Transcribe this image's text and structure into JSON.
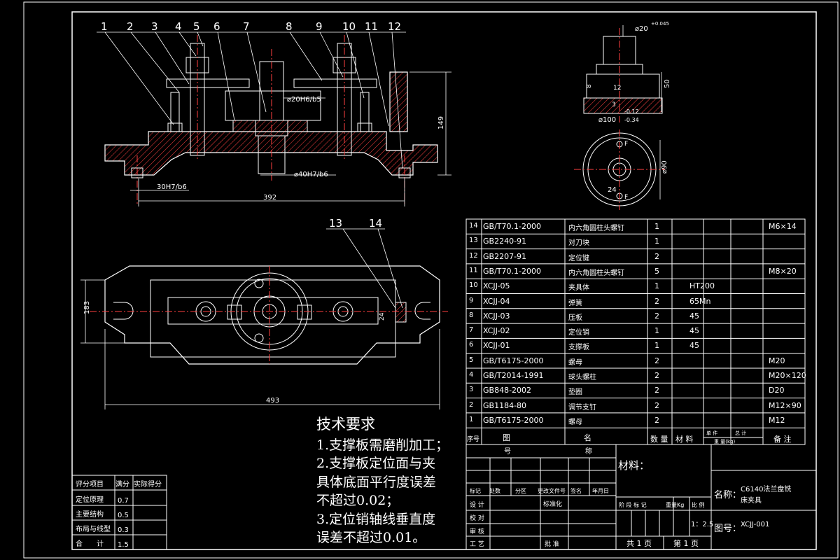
{
  "callouts": [
    "1",
    "2",
    "3",
    "4",
    "5",
    "6",
    "7",
    "8",
    "9",
    "10",
    "11",
    "12",
    "13",
    "14"
  ],
  "front_dims": {
    "bore_fit": "⌀20H6/b5",
    "base_fit": "⌀40H7/b6",
    "left_fit": "30H7/b6",
    "length": "392",
    "height": "149"
  },
  "part_dims": {
    "top_dia": "⌀20",
    "tol": "+0.045",
    "h1": "8",
    "h2": "50",
    "n12": "12",
    "n3": "3",
    "d100": "⌀100",
    "d100_tol_up": "-0.12",
    "d100_tol_low": "-0.34",
    "d90": "⌀90",
    "w24": "24",
    "f": "F"
  },
  "plan_dims": {
    "width": "493",
    "height": "183",
    "small": "24"
  },
  "bom": {
    "rows": [
      {
        "no": "14",
        "code": "GB/T70.1-2000",
        "name": "内六角圆柱头螺钉",
        "qty": "1",
        "mat": "",
        "note": "M6×14"
      },
      {
        "no": "13",
        "code": "GB2240-91",
        "name": "对刀块",
        "qty": "1",
        "mat": "",
        "note": ""
      },
      {
        "no": "12",
        "code": "GB2207-91",
        "name": "定位键",
        "qty": "2",
        "mat": "",
        "note": ""
      },
      {
        "no": "11",
        "code": "GB/T70.1-2000",
        "name": "内六角圆柱头螺钉",
        "qty": "5",
        "mat": "",
        "note": "M8×20"
      },
      {
        "no": "10",
        "code": "XCJJ-05",
        "name": "夹具体",
        "qty": "1",
        "mat": "HT200",
        "note": ""
      },
      {
        "no": "9",
        "code": "XCJJ-04",
        "name": "弹簧",
        "qty": "2",
        "mat": "65Mn",
        "note": ""
      },
      {
        "no": "8",
        "code": "XCJJ-03",
        "name": "压板",
        "qty": "2",
        "mat": "45",
        "note": ""
      },
      {
        "no": "7",
        "code": "XCJJ-02",
        "name": "定位销",
        "qty": "1",
        "mat": "45",
        "note": ""
      },
      {
        "no": "6",
        "code": "XCJJ-01",
        "name": "支撑板",
        "qty": "1",
        "mat": "45",
        "note": ""
      },
      {
        "no": "5",
        "code": "GB/T6175-2000",
        "name": "螺母",
        "qty": "2",
        "mat": "",
        "note": "M20"
      },
      {
        "no": "4",
        "code": "GB/T2014-1991",
        "name": "球头螺柱",
        "qty": "2",
        "mat": "",
        "note": "M20×120"
      },
      {
        "no": "3",
        "code": "GB848-2002",
        "name": "垫圈",
        "qty": "2",
        "mat": "",
        "note": "D20"
      },
      {
        "no": "2",
        "code": "GB1184-80",
        "name": "调节支钉",
        "qty": "2",
        "mat": "",
        "note": "M12×90"
      },
      {
        "no": "1",
        "code": "GB/T6175-2000",
        "name": "螺母",
        "qty": "2",
        "mat": "",
        "note": "M12"
      }
    ],
    "header": {
      "no": "序号",
      "code": "图",
      "code2": "号",
      "name": "名",
      "name2": "称",
      "qty": "数 量",
      "mat": "材 料",
      "unit_w": "单 件",
      "total_w": "总 计",
      "weight": "重 量(kg)",
      "note": "备 注"
    }
  },
  "title_block": {
    "material_label": "材料：",
    "rev_headers": [
      "标记",
      "处数",
      "分区",
      "更改文件号",
      "签名",
      "年月日"
    ],
    "design": "设 计",
    "std": "标准化",
    "check": "校 对",
    "review": "审 核",
    "process": "工 艺",
    "approve": "批 准",
    "stage_headers": [
      "阶 段 标 记",
      "重量Kg",
      "比 例"
    ],
    "scale": "1：2.5",
    "total_sheets": "共 1 页",
    "sheet_no": "第 1 页",
    "name_label": "名称：",
    "name_value1": "C6140法兰盘铣",
    "name_value2": "床夹具",
    "drawing_label": "图号：",
    "drawing_value": "XCJJ-001"
  },
  "tech_req": {
    "title": "技术要求",
    "lines": [
      "1.支撑板需磨削加工；",
      "2.支撑板定位面与夹",
      "具体底面平行度误差",
      "不超过0.02；",
      "3.定位销轴线垂直度",
      "误差不超过0.01。"
    ]
  },
  "score": {
    "headers": [
      "评分项目",
      "满分",
      "实际得分"
    ],
    "rows": [
      {
        "item": "定位原理",
        "full": "0.7",
        "got": ""
      },
      {
        "item": "主要结构",
        "full": "0.5",
        "got": ""
      },
      {
        "item": "布局与线型",
        "full": "0.3",
        "got": ""
      },
      {
        "item": "合　　计",
        "full": "1.5",
        "got": ""
      }
    ]
  }
}
